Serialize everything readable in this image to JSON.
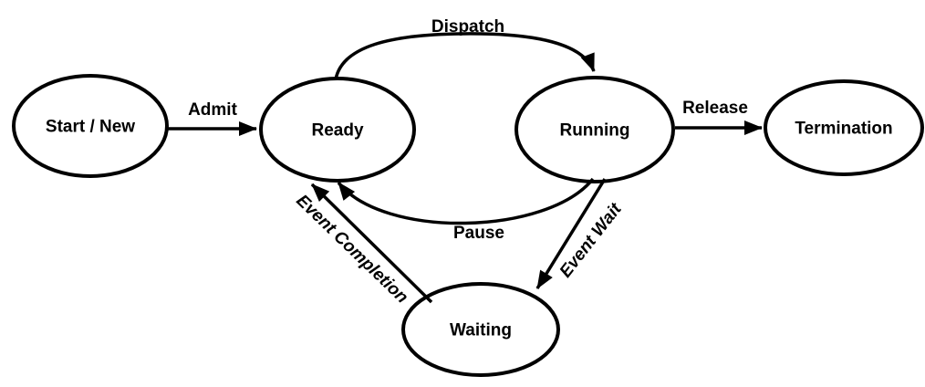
{
  "diagram": {
    "background_color": "#ffffff",
    "ink_color": "#000000",
    "nodes": [
      {
        "id": "start-new",
        "label": "Start / New"
      },
      {
        "id": "ready",
        "label": "Ready"
      },
      {
        "id": "running",
        "label": "Running"
      },
      {
        "id": "termination",
        "label": "Termination"
      },
      {
        "id": "waiting",
        "label": "Waiting"
      }
    ],
    "edges": [
      {
        "id": "admit",
        "label": "Admit",
        "from": "start-new",
        "to": "ready"
      },
      {
        "id": "dispatch",
        "label": "Dispatch",
        "from": "ready",
        "to": "running"
      },
      {
        "id": "release",
        "label": "Release",
        "from": "running",
        "to": "termination"
      },
      {
        "id": "pause",
        "label": "Pause",
        "from": "running",
        "to": "ready"
      },
      {
        "id": "event-wait",
        "label": "Event Wait",
        "from": "running",
        "to": "waiting"
      },
      {
        "id": "event-completion",
        "label": "Event Completion",
        "from": "waiting",
        "to": "ready"
      }
    ]
  }
}
